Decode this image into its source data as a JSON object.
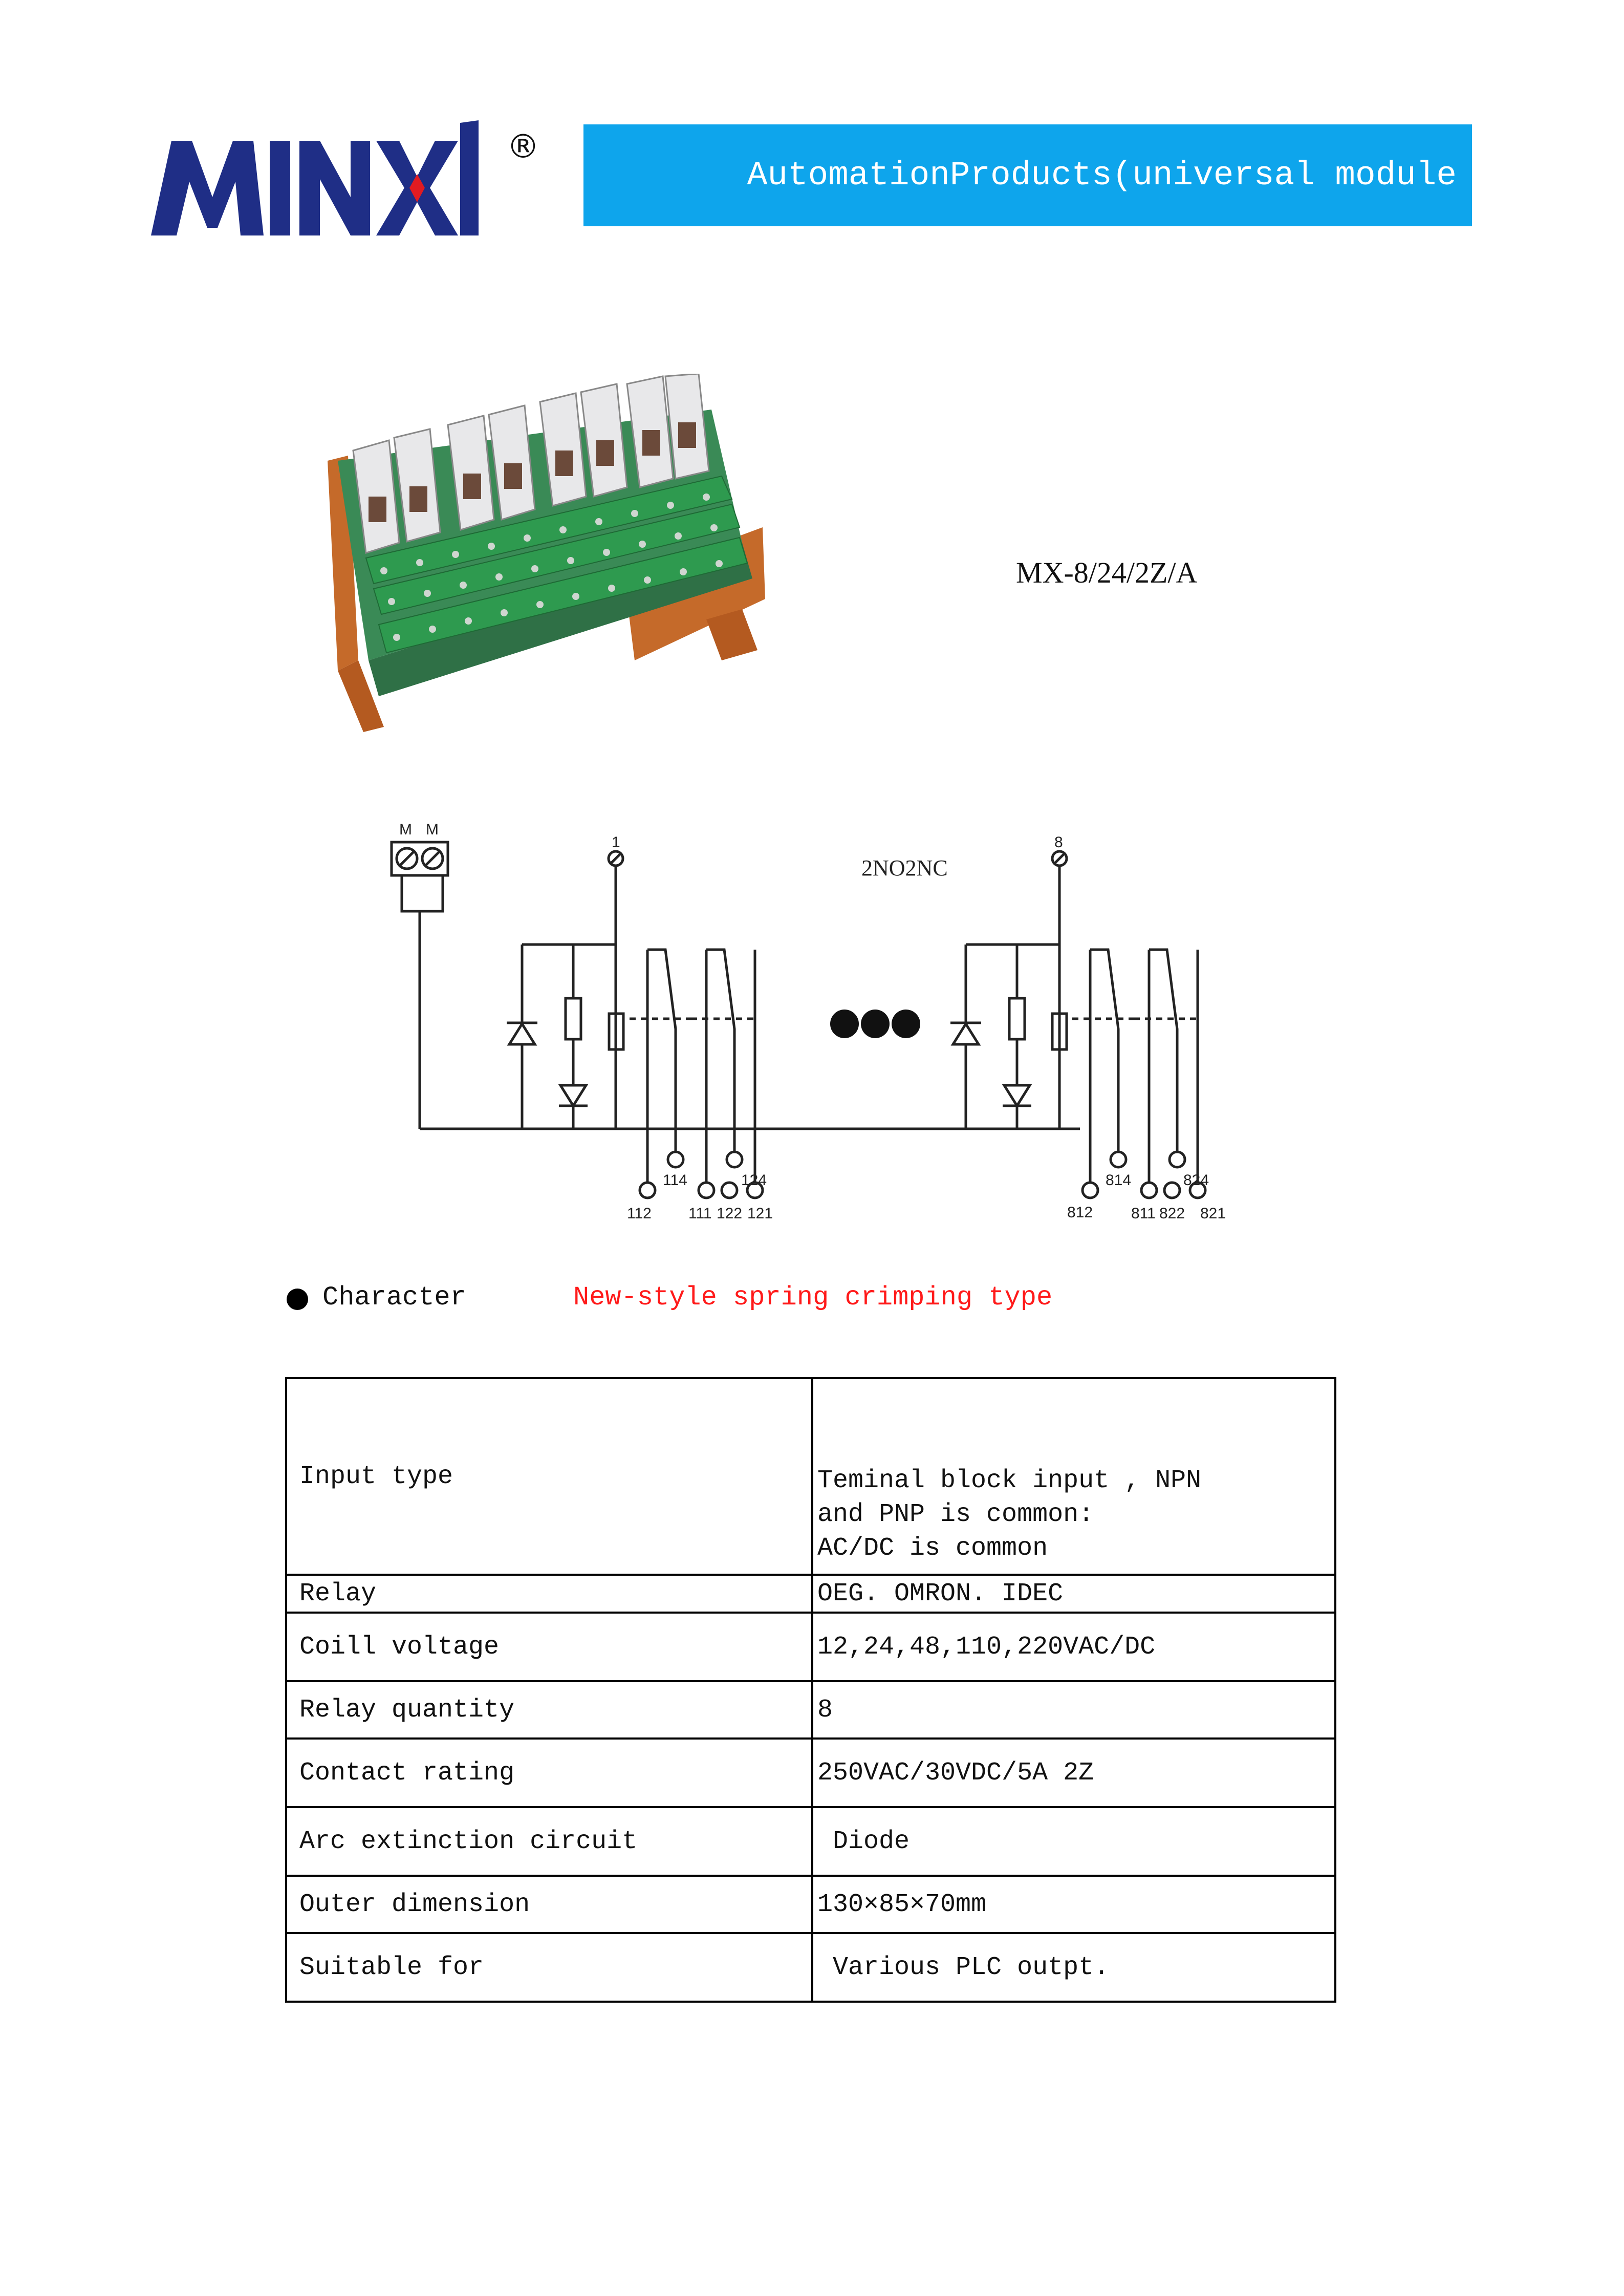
{
  "header": {
    "brand": "MINXI",
    "registered": "®",
    "banner_text": "AutomationProducts(universal module",
    "banner_color": "#0ea5ec",
    "logo_color": "#1f2e86",
    "logo_accent": "#e11b22"
  },
  "product": {
    "model": "MX-8/24/2Z/A"
  },
  "circuit": {
    "power_terminals": [
      "M",
      "M"
    ],
    "channel_first": "1",
    "channel_last": "8",
    "contact_type": "2NO2NC",
    "terminals_first": [
      "114",
      "124",
      "112",
      "111",
      "122",
      "121"
    ],
    "terminals_last": [
      "814",
      "824",
      "812",
      "811",
      "822",
      "821"
    ]
  },
  "character": {
    "label": "Character",
    "value": "New-style spring crimping type",
    "value_color": "#ff1a1a"
  },
  "table": {
    "rows": [
      {
        "label": "Input type",
        "value_lines": [
          "Teminal block input , NPN",
          "and PNP is common:",
          "AC/DC is common"
        ]
      },
      {
        "label": "Relay",
        "value": "OEG. OMRON. IDEC"
      },
      {
        "label": "Coill voltage",
        "value": "12,24,48,110,220VAC/DC"
      },
      {
        "label": "Relay quantity",
        "value": "8"
      },
      {
        "label": "Contact rating",
        "value": "250VAC/30VDC/5A 2Z"
      },
      {
        "label": "Arc extinction circuit",
        "value": " Diode"
      },
      {
        "label": "Outer dimension",
        "value": "130×85×70mm"
      },
      {
        "label": "Suitable for",
        "value": " Various PLC outpt."
      }
    ]
  }
}
